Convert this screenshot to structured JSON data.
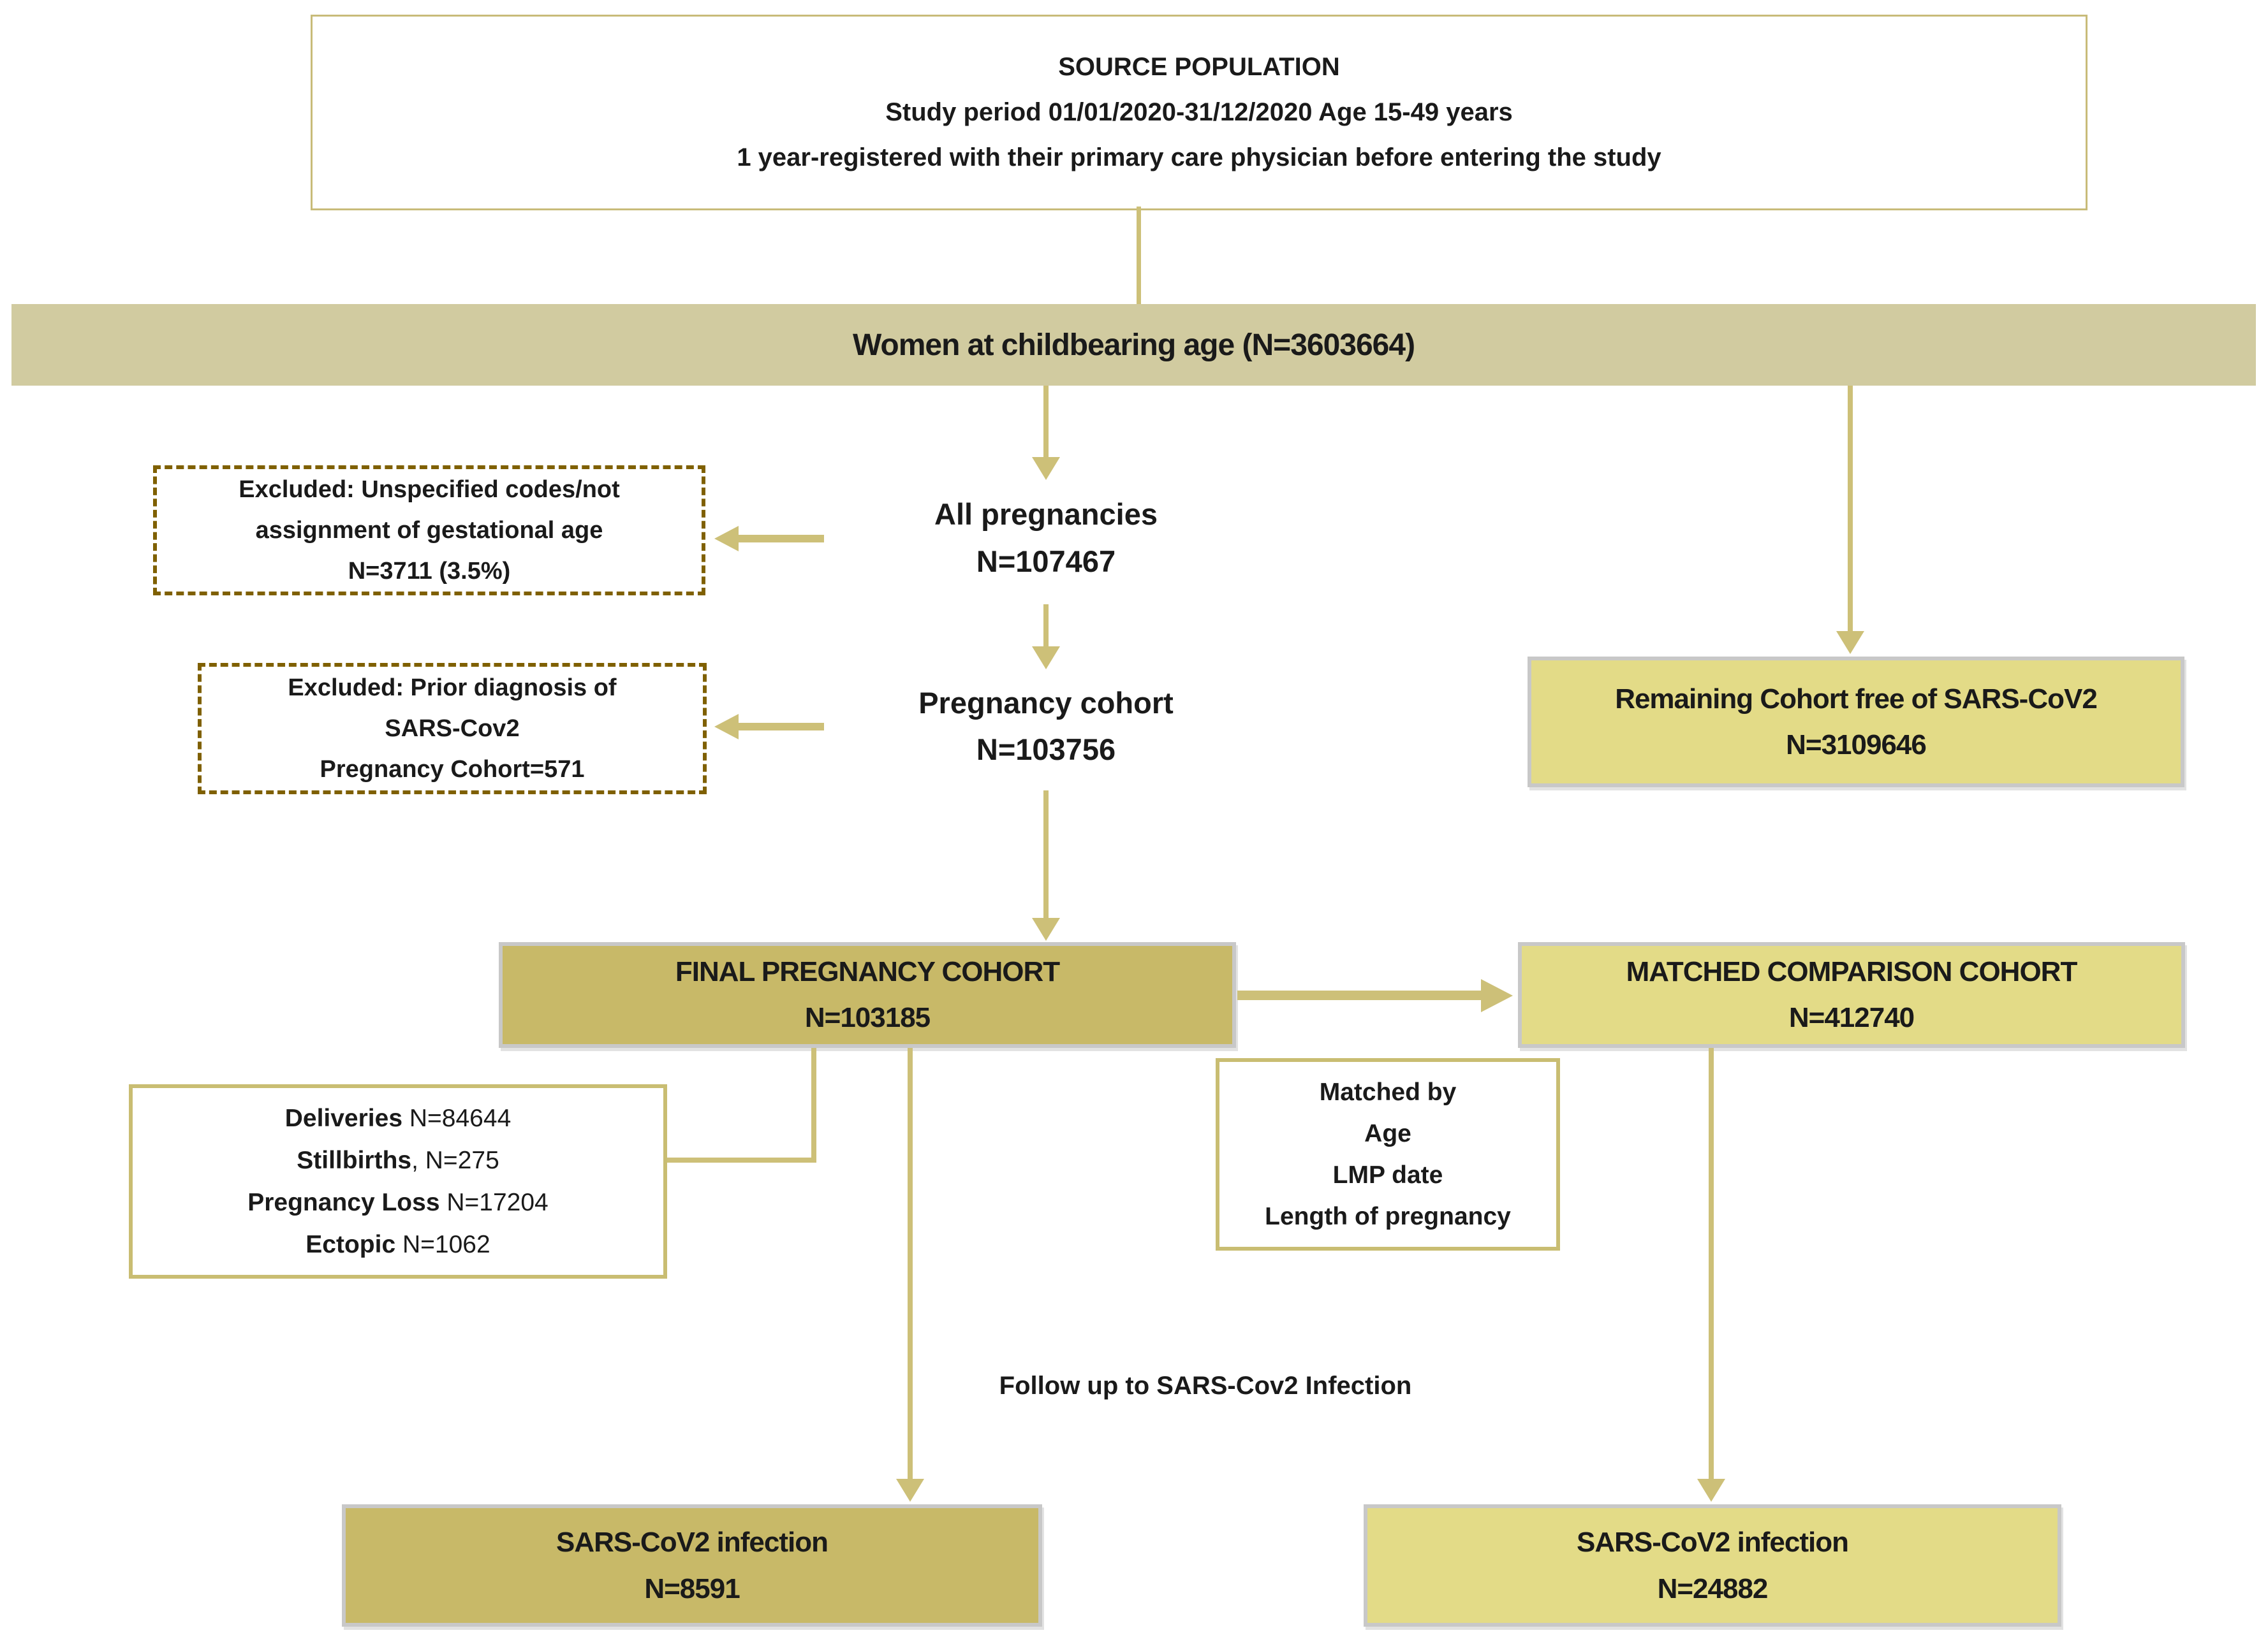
{
  "colors": {
    "banner_bg": "#d1cba0",
    "light_box_bg": "#e3db87",
    "dark_box_bg": "#c8b968",
    "arrow": "#cdc078",
    "tan_border": "#c9bd72",
    "top_border": "#c8bb79",
    "dashed_border": "#7f6000",
    "gray_border": "#c8c8c8",
    "text": "#1a1a1a"
  },
  "source_population": {
    "line1": "SOURCE POPULATION",
    "line2": "Study period 01/01/2020-31/12/2020 Age 15-49 years",
    "line3": "1 year-registered with their primary care physician before entering the study"
  },
  "banner": {
    "label": "Women at childbearing age (N=3603664)"
  },
  "all_pregnancies": {
    "label": "All pregnancies",
    "n": "N=107467"
  },
  "excluded_unspecified": {
    "line1": "Excluded: Unspecified codes/not",
    "line2": "assignment of gestational age",
    "line3": "N=3711 (3.5%)"
  },
  "pregnancy_cohort": {
    "label": "Pregnancy cohort",
    "n": "N=103756"
  },
  "excluded_prior": {
    "line1": "Excluded: Prior diagnosis of",
    "line2": "SARS-Cov2",
    "line3": "Pregnancy Cohort=571"
  },
  "remaining_cohort": {
    "label": "Remaining Cohort free of SARS-CoV2",
    "n": "N=3109646"
  },
  "final_cohort": {
    "label": "FINAL PREGNANCY COHORT",
    "n": "N=103185"
  },
  "matched_cohort": {
    "label": "MATCHED COMPARISON COHORT",
    "n": "N=412740"
  },
  "outcomes": {
    "rows": [
      {
        "label": "Deliveries",
        "value": " N=84644"
      },
      {
        "label": "Stillbirths",
        "value": ", N=275"
      },
      {
        "label": "Pregnancy Loss",
        "value": " N=17204"
      },
      {
        "label": "Ectopic",
        "value": " N=1062"
      }
    ]
  },
  "matched_by": {
    "title": "Matched by",
    "items": [
      "Age",
      "LMP date",
      "Length of pregnancy"
    ]
  },
  "follow_up": {
    "label": "Follow up to SARS-Cov2 Infection"
  },
  "sars_pregnancy": {
    "label": "SARS-CoV2 infection",
    "n": "N=8591"
  },
  "sars_comparison": {
    "label": "SARS-CoV2 infection",
    "n": "N=24882"
  }
}
